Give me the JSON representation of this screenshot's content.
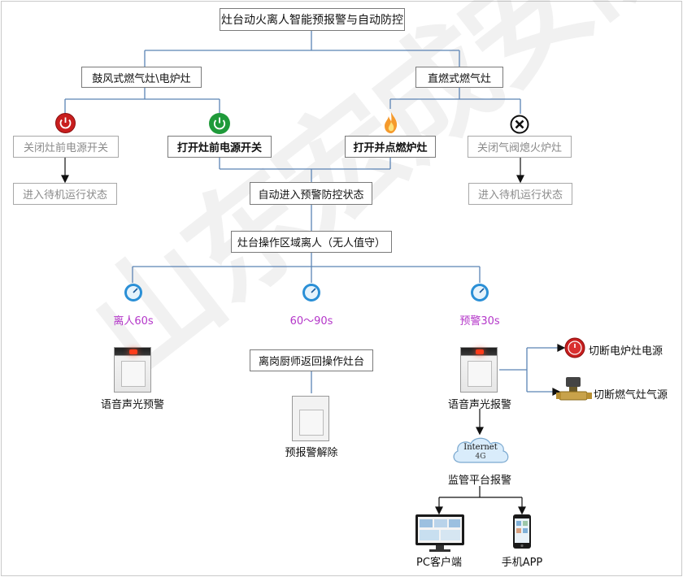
{
  "title": "灶台动火离人智能预报警与自动防控",
  "branch_left": "鼓风式燃气灶\\电炉灶",
  "branch_right": "直燃式燃气灶",
  "actions": {
    "close_power": "关闭灶前电源开关",
    "open_power": "打开灶前电源开关",
    "ignite": "打开并点燃炉灶",
    "close_gas": "关闭气阀熄火炉灶"
  },
  "standby_left": "进入待机运行状态",
  "standby_right": "进入待机运行状态",
  "auto_state": "自动进入预警防控状态",
  "leave_state": "灶台操作区域离人（无人值守）",
  "timers": {
    "t1": "离人60s",
    "t2": "60～90s",
    "t3": "预警30s"
  },
  "chef_return": "离岗厨师返回操作灶台",
  "outcomes": {
    "voice_warning": "语音声光预警",
    "warning_cleared": "预报警解除",
    "voice_alarm": "语音声光报警",
    "cut_power": "切断电炉灶电源",
    "cut_gas": "切断燃气灶气源",
    "platform": "监管平台报警",
    "pc": "PC客户端",
    "app": "手机APP"
  },
  "cloud": {
    "line1": "Internet",
    "line2": "4G"
  },
  "watermark": "山东宏成安防科技有限公司",
  "colors": {
    "connector": "#5b84b5",
    "purple_label": "#b437c9",
    "power_red": "#c81e1e",
    "power_green": "#1f9a3a"
  }
}
